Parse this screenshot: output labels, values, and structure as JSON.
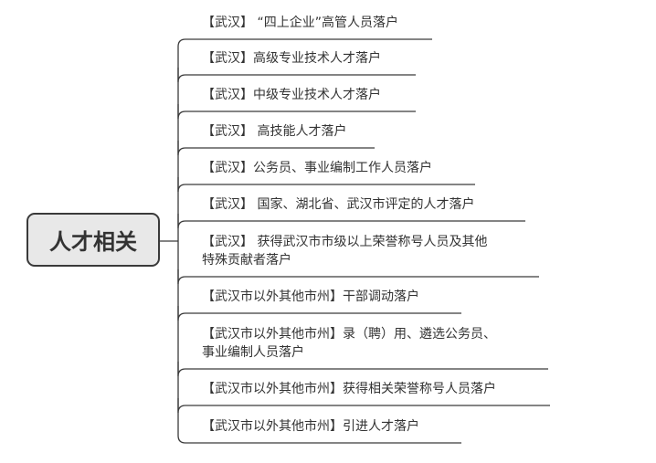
{
  "root": {
    "label": "人才相关"
  },
  "topics": [
    {
      "lines": [
        "【武汉】 “四上企业”高管人员落户"
      ]
    },
    {
      "lines": [
        "【武汉】高级专业技术人才落户"
      ]
    },
    {
      "lines": [
        "【武汉】中级专业技术人才落户"
      ]
    },
    {
      "lines": [
        "【武汉】 高技能人才落户"
      ]
    },
    {
      "lines": [
        "【武汉】公务员、事业编制工作人员落户"
      ]
    },
    {
      "lines": [
        "【武汉】 国家、湖北省、武汉市评定的人才落户"
      ]
    },
    {
      "lines": [
        "【武汉】 获得武汉市市级以上荣誉称号人员及其他",
        "特殊贡献者落户"
      ]
    },
    {
      "lines": [
        "【武汉市以外其他市州】干部调动落户"
      ]
    },
    {
      "lines": [
        "【武汉市以外其他市州】录（聘）用、遴选公务员、",
        "事业编制人员落户"
      ]
    },
    {
      "lines": [
        "【武汉市以外其他市州】获得相关荣誉称号人员落户"
      ]
    },
    {
      "lines": [
        "【武汉市以外其他市州】引进人才落户"
      ]
    }
  ],
  "colors": {
    "line": "#3a3a3a",
    "root_fill": "#e8e8e8",
    "text": "#333333"
  }
}
